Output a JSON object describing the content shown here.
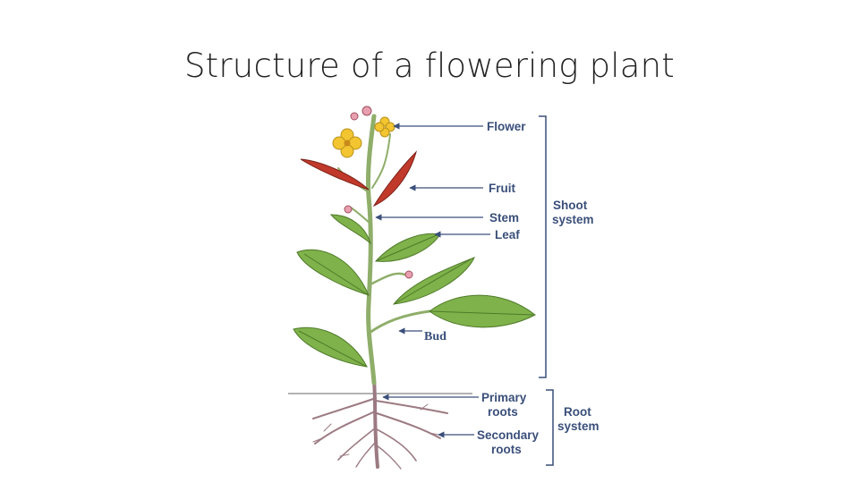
{
  "slide": {
    "title": "Structure of a flowering plant"
  },
  "diagram": {
    "labels": {
      "flower": "Flower",
      "fruit": "Fruit",
      "stem": "Stem",
      "leaf": "Leaf",
      "bud": "Bud",
      "primary_roots_1": "Primary",
      "primary_roots_2": "roots",
      "secondary_roots_1": "Secondary",
      "secondary_roots_2": "roots",
      "shoot_system_1": "Shoot",
      "shoot_system_2": "system",
      "root_system_1": "Root",
      "root_system_2": "system"
    },
    "colors": {
      "label": "#3a4f7a",
      "stem": "#8fae6a",
      "leaf": "#7fb24a",
      "leaf_vein": "#4f7a2a",
      "petal": "#f2c531",
      "fruit": "#c0392b",
      "root": "#9c7a82",
      "soil_line": "#9a9a9a"
    }
  }
}
